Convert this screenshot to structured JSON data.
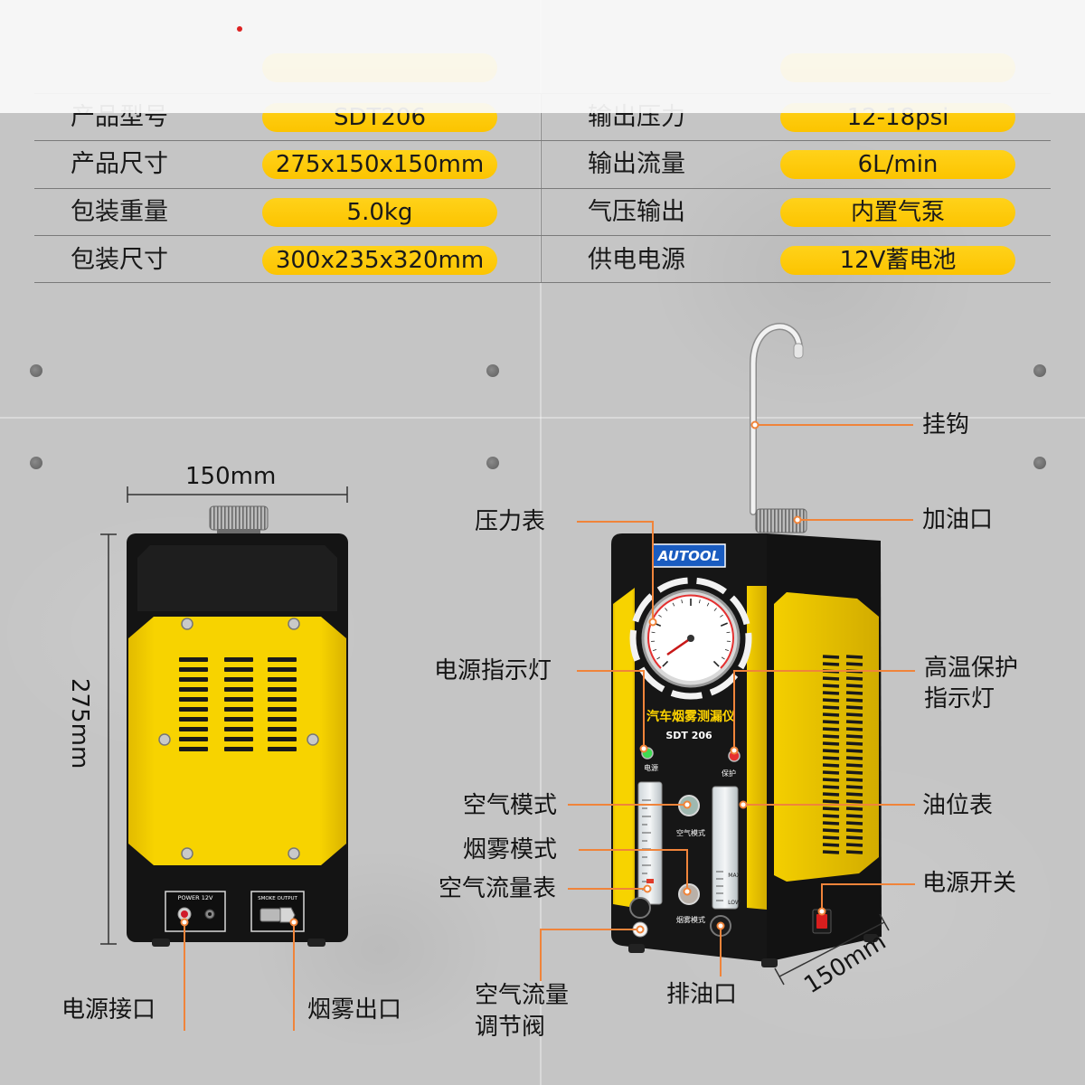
{
  "spec_table": {
    "rows": [
      {
        "left_label": "产品型号",
        "left_value": "SDT206",
        "right_label": "输出压力",
        "right_value": "12-18psi"
      },
      {
        "left_label": "产品尺寸",
        "left_value": "275x150x150mm",
        "right_label": "输出流量",
        "right_value": "6L/min"
      },
      {
        "left_label": "包装重量",
        "left_value": "5.0kg",
        "right_label": "气压输出",
        "right_value": "内置气泵"
      },
      {
        "left_label": "包装尺寸",
        "left_value": "300x235x320mm",
        "right_label": "供电电源",
        "right_value": "12V蓄电池"
      }
    ]
  },
  "rear_view": {
    "width_dim": "150mm",
    "height_dim": "275mm",
    "power_panel_label": "POWER 12V",
    "smoke_panel_label": "SMOKE OUTPUT",
    "callouts": {
      "power_port": "电源接口",
      "smoke_outlet": "烟雾出口"
    }
  },
  "front_view": {
    "brand": "AUTOOL",
    "product_name": "汽车烟雾测漏仪",
    "model": "SDT 206",
    "power_led_label": "电源",
    "protect_led_label": "保护",
    "air_mode_label": "空气模式",
    "smoke_mode_label": "烟雾模式",
    "oil_gauge_max": "MAX",
    "oil_gauge_low": "LOW",
    "depth_dim": "150mm",
    "callouts": {
      "hook": "挂钩",
      "oil_fill": "加油口",
      "pressure_gauge": "压力表",
      "power_indicator": "电源指示灯",
      "overheat_line1": "高温保护",
      "overheat_line2": "指示灯",
      "air_mode": "空气模式",
      "oil_level": "油位表",
      "smoke_mode": "烟雾模式",
      "air_flow_meter": "空气流量表",
      "power_switch": "电源开关",
      "air_valve_line1": "空气流量",
      "air_valve_line2": "调节阀",
      "oil_drain": "排油口"
    }
  },
  "colors": {
    "accent_yellow": "#fcc400",
    "callout_orange": "#f0843a",
    "background": "#c5c5c5",
    "brand_blue": "#1a5cc0"
  }
}
